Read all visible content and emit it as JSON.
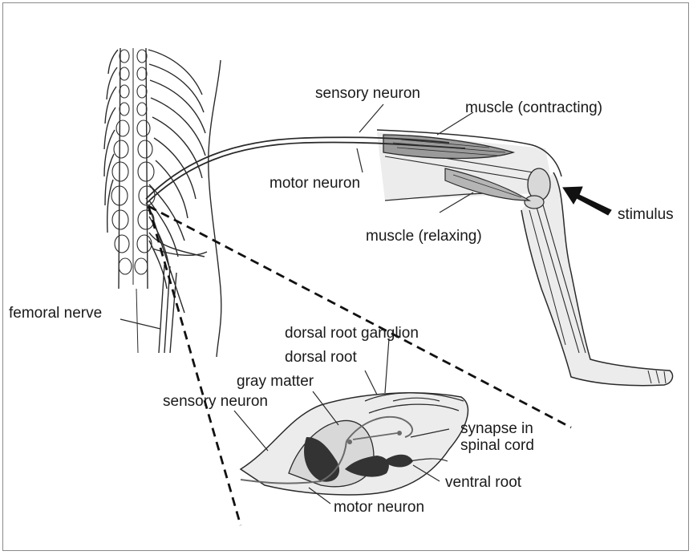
{
  "labels": {
    "sensory_neuron_top": "sensory neuron",
    "muscle_contracting": "muscle (contracting)",
    "motor_neuron_top": "motor neuron",
    "stimulus": "stimulus",
    "muscle_relaxing": "muscle (relaxing)",
    "femoral_nerve": "femoral nerve",
    "dorsal_root_ganglion": "dorsal root ganglion",
    "dorsal_root": "dorsal root",
    "gray_matter": "gray matter",
    "sensory_neuron_bottom": "sensory neuron",
    "synapse_line1": "synapse in",
    "synapse_line2": "spinal cord",
    "ventral_root": "ventral root",
    "motor_neuron_bottom": "motor neuron"
  },
  "colors": {
    "outline": "#2a2a2a",
    "fill_light": "#ececec",
    "fill_mid": "#d8d8d8",
    "fill_dark": "#333333",
    "frame": "#8a8a8a"
  }
}
